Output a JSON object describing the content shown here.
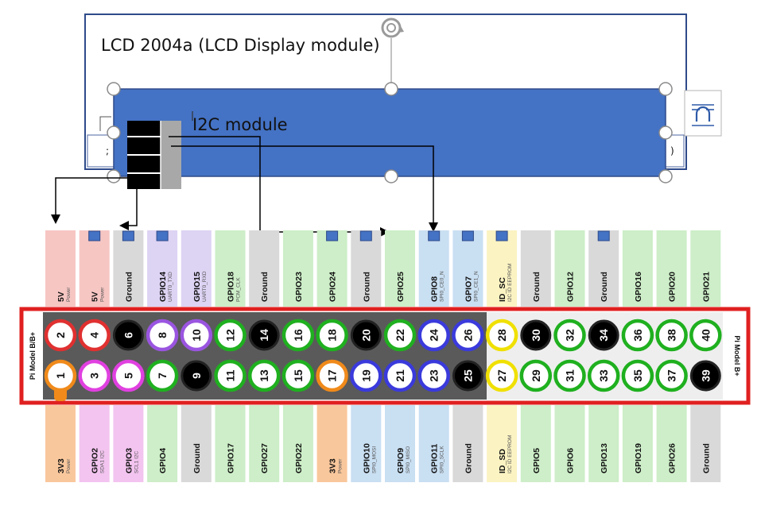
{
  "title": "LCD 2004a (LCD Display module)",
  "i2c_label": "I2C module",
  "board_label_left": "Pi Model B/B+",
  "board_label_right": "Pi Model B+",
  "colors": {
    "board_border": "#e02020",
    "board_dark": "#5a5a5a",
    "board_light": "#eeeeee",
    "lcd_blue": "#4472c4",
    "frame_navy": "#2e4a8a",
    "marker_blue": "#4472c4"
  },
  "ring_colors": {
    "power5": "#e03030",
    "power3": "#f08a1a",
    "ground": "#222222",
    "i2c": "#e040e0",
    "uart": "#9a55e0",
    "gpio": "#1fb01f",
    "spi": "#3a3adc",
    "id": "#f0e000"
  },
  "label_bg": {
    "power5": "#f6c6c3",
    "power3": "#f9c79c",
    "ground": "#d9d9d9",
    "i2c": "#f3c4f0",
    "uart": "#ddd3f3",
    "gpio": "#cdeec8",
    "spi": "#c9dff2",
    "id": "#fbf3c2"
  },
  "top_labels": [
    {
      "main": "5V",
      "sub": "Power",
      "type": "power5"
    },
    {
      "main": "5V",
      "sub": "Power",
      "type": "power5"
    },
    {
      "main": "Ground",
      "sub": "",
      "type": "ground"
    },
    {
      "main": "GPIO14",
      "sub": "UART0_TXD",
      "type": "uart"
    },
    {
      "main": "GPIO15",
      "sub": "UART0_RXD",
      "type": "uart"
    },
    {
      "main": "GPIO18",
      "sub": "PCM_CLK",
      "type": "gpio"
    },
    {
      "main": "Ground",
      "sub": "",
      "type": "ground"
    },
    {
      "main": "GPIO23",
      "sub": "",
      "type": "gpio"
    },
    {
      "main": "GPIO24",
      "sub": "",
      "type": "gpio"
    },
    {
      "main": "Ground",
      "sub": "",
      "type": "ground"
    },
    {
      "main": "GPIO25",
      "sub": "",
      "type": "gpio"
    },
    {
      "main": "GPIO8",
      "sub": "SPI0_CE0_N",
      "type": "spi"
    },
    {
      "main": "GPIO7",
      "sub": "SPI0_CE1_N",
      "type": "spi"
    },
    {
      "main": "ID_SC",
      "sub": "I2C ID EEPROM",
      "type": "id"
    },
    {
      "main": "Ground",
      "sub": "",
      "type": "ground"
    },
    {
      "main": "GPIO12",
      "sub": "",
      "type": "gpio"
    },
    {
      "main": "Ground",
      "sub": "",
      "type": "ground"
    },
    {
      "main": "GPIO16",
      "sub": "",
      "type": "gpio"
    },
    {
      "main": "GPIO20",
      "sub": "",
      "type": "gpio"
    },
    {
      "main": "GPIO21",
      "sub": "",
      "type": "gpio"
    }
  ],
  "bottom_labels": [
    {
      "main": "3V3",
      "sub": "Power",
      "type": "power3"
    },
    {
      "main": "GPIO2",
      "sub": "SDA1 I2C",
      "type": "i2c"
    },
    {
      "main": "GPIO3",
      "sub": "SCL1 I2C",
      "type": "i2c"
    },
    {
      "main": "GPIO4",
      "sub": "",
      "type": "gpio"
    },
    {
      "main": "Ground",
      "sub": "",
      "type": "ground"
    },
    {
      "main": "GPIO17",
      "sub": "",
      "type": "gpio"
    },
    {
      "main": "GPIO27",
      "sub": "",
      "type": "gpio"
    },
    {
      "main": "GPIO22",
      "sub": "",
      "type": "gpio"
    },
    {
      "main": "3V3",
      "sub": "Power",
      "type": "power3"
    },
    {
      "main": "GPIO10",
      "sub": "SPI0_MOSI",
      "type": "spi"
    },
    {
      "main": "GPIO9",
      "sub": "SPI0_MISO",
      "type": "spi"
    },
    {
      "main": "GPIO11",
      "sub": "SPI0_SCLK",
      "type": "spi"
    },
    {
      "main": "Ground",
      "sub": "",
      "type": "ground"
    },
    {
      "main": "ID_SD",
      "sub": "I2C ID EEPROM",
      "type": "id"
    },
    {
      "main": "GPIO5",
      "sub": "",
      "type": "gpio"
    },
    {
      "main": "GPIO6",
      "sub": "",
      "type": "gpio"
    },
    {
      "main": "GPIO13",
      "sub": "",
      "type": "gpio"
    },
    {
      "main": "GPIO19",
      "sub": "",
      "type": "gpio"
    },
    {
      "main": "GPIO26",
      "sub": "",
      "type": "gpio"
    },
    {
      "main": "Ground",
      "sub": "",
      "type": "ground"
    }
  ],
  "top_pins": [
    "2",
    "4",
    "6",
    "8",
    "10",
    "12",
    "14",
    "16",
    "18",
    "20",
    "22",
    "24",
    "26",
    "28",
    "30",
    "32",
    "34",
    "36",
    "38",
    "40"
  ],
  "bottom_pins": [
    "1",
    "3",
    "5",
    "7",
    "9",
    "11",
    "13",
    "15",
    "17",
    "19",
    "21",
    "23",
    "25",
    "27",
    "29",
    "31",
    "33",
    "35",
    "37",
    "39"
  ],
  "top_pin_types": [
    "power5",
    "power5",
    "ground",
    "uart",
    "uart",
    "gpio",
    "ground",
    "gpio",
    "gpio",
    "ground",
    "gpio",
    "spi",
    "spi",
    "id",
    "ground",
    "gpio",
    "ground",
    "gpio",
    "gpio",
    "gpio"
  ],
  "bottom_pin_types": [
    "power3",
    "i2c",
    "i2c",
    "gpio",
    "ground",
    "gpio",
    "gpio",
    "gpio",
    "power3",
    "spi",
    "spi",
    "spi",
    "ground",
    "id",
    "gpio",
    "gpio",
    "gpio",
    "gpio",
    "gpio",
    "ground"
  ],
  "markers_top": [
    1,
    2,
    3,
    8,
    9,
    11,
    12,
    13,
    16
  ]
}
